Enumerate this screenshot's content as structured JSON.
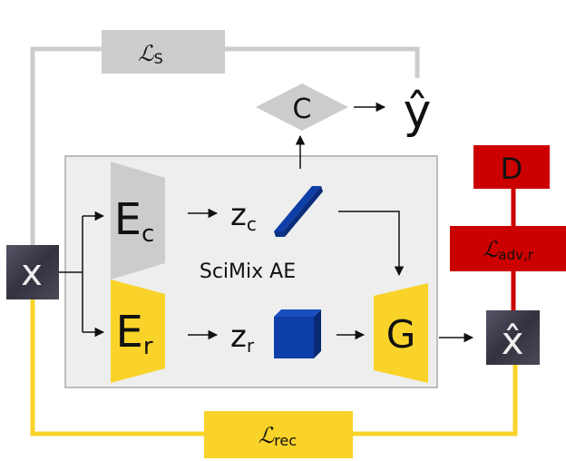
{
  "colors": {
    "gray_line": "#cccccc",
    "gray_box": "#cccccc",
    "ae_bg": "#eeeeee",
    "ae_border": "#aaaaaa",
    "yellow": "#f9d32a",
    "red": "#cc0000",
    "blue": "#0e3fa9",
    "image_tile": "#3a3a48",
    "text": "#111111"
  },
  "diagram": {
    "ae_label": "SciMix AE",
    "loss_s": {
      "symbol": "ℒ",
      "sub": "S"
    },
    "loss_adv": {
      "symbol": "ℒ",
      "sub": "adv,r"
    },
    "loss_rec": {
      "symbol": "ℒ",
      "sub": "rec"
    },
    "classifier": "C",
    "prediction": "ŷ",
    "discriminator": "D",
    "generator": "G",
    "encoder_c": {
      "main": "E",
      "sub": "c"
    },
    "encoder_r": {
      "main": "E",
      "sub": "r"
    },
    "z_c": {
      "main": "z",
      "sub": "c"
    },
    "z_r": {
      "main": "z",
      "sub": "r"
    },
    "input": "x",
    "output": "x̂"
  }
}
